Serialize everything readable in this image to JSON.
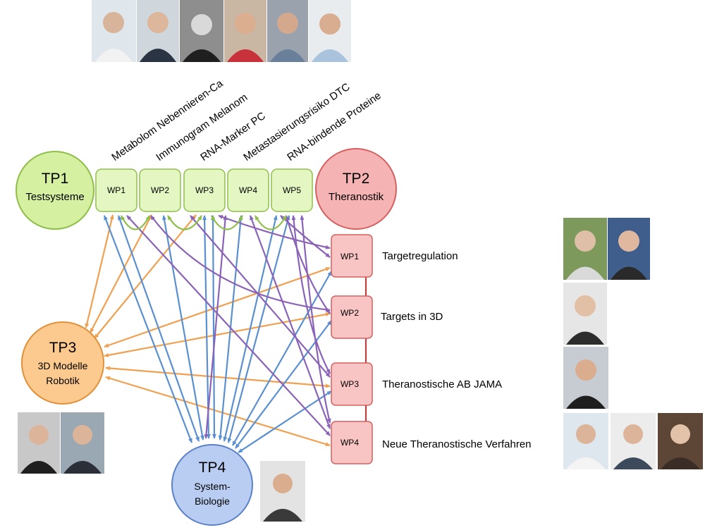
{
  "tp1": {
    "title": "TP1",
    "subtitle": "Testsysteme",
    "fill": "#d4f0a0",
    "stroke": "#8fbf4a"
  },
  "tp2": {
    "title": "TP2",
    "subtitle": "Theranostik",
    "fill": "#f6b3b3",
    "stroke": "#d46060"
  },
  "tp3": {
    "title": "TP3",
    "line1": "3D Modelle",
    "line2": "Robotik",
    "fill": "#fcc98e",
    "stroke": "#e0913a"
  },
  "tp4": {
    "title": "TP4",
    "line1": "System-",
    "line2": "Biologie",
    "fill": "#b9cdf2",
    "stroke": "#5b82c9"
  },
  "top_wps": [
    {
      "label": "WP1",
      "topic": "Metabolom Nebennieren-Ca"
    },
    {
      "label": "WP2",
      "topic": "Immunogram Melanom"
    },
    {
      "label": "WP3",
      "topic": "RNA-Marker PC"
    },
    {
      "label": "WP4",
      "topic": "Metastasierungsrisiko DTC"
    },
    {
      "label": "WP5",
      "topic": "RNA-bindende Proteine"
    }
  ],
  "right_wps": [
    {
      "label": "WP1",
      "topic": "Targetregulation"
    },
    {
      "label": "WP2",
      "topic": "Targets in 3D"
    },
    {
      "label": "WP3",
      "topic": "Theranostische AB JAMA"
    },
    {
      "label": "WP4",
      "topic": "Neue Theranostische Verfahren"
    }
  ],
  "colors": {
    "orange": "#f0a050",
    "blue": "#5a8fd0",
    "purple": "#8a63b8",
    "green": "#8fbf4a",
    "red": "#c04040",
    "wp_top_fill": "#e4f7c2",
    "wp_right_fill": "#f9c4c4"
  }
}
